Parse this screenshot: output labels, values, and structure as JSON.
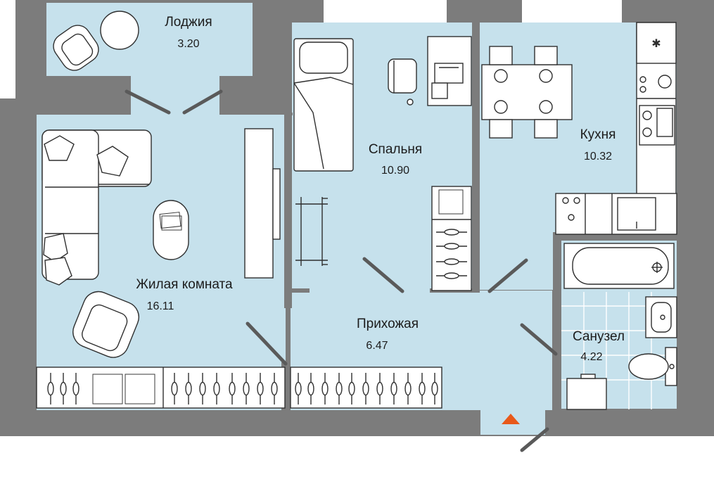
{
  "plan": {
    "rooms": [
      {
        "id": "loggia",
        "name": "Лоджия",
        "area": "3.20"
      },
      {
        "id": "bedroom",
        "name": "Спальня",
        "area": "10.90"
      },
      {
        "id": "kitchen",
        "name": "Кухня",
        "area": "10.32"
      },
      {
        "id": "living",
        "name": "Жилая комната",
        "area": "16.11"
      },
      {
        "id": "hallway",
        "name": "Прихожая",
        "area": "6.47"
      },
      {
        "id": "bathroom",
        "name": "Санузел",
        "area": "4.22"
      }
    ],
    "colors": {
      "wall": "#7c7c7c",
      "floor": "#c6e1ec",
      "entrance_marker": "#e8591a"
    },
    "icons": [
      "entrance-arrow-icon",
      "stove-icon",
      "sink-icon",
      "toilet-icon",
      "bathtub-icon",
      "washing-machine-icon",
      "laptop-icon"
    ]
  }
}
